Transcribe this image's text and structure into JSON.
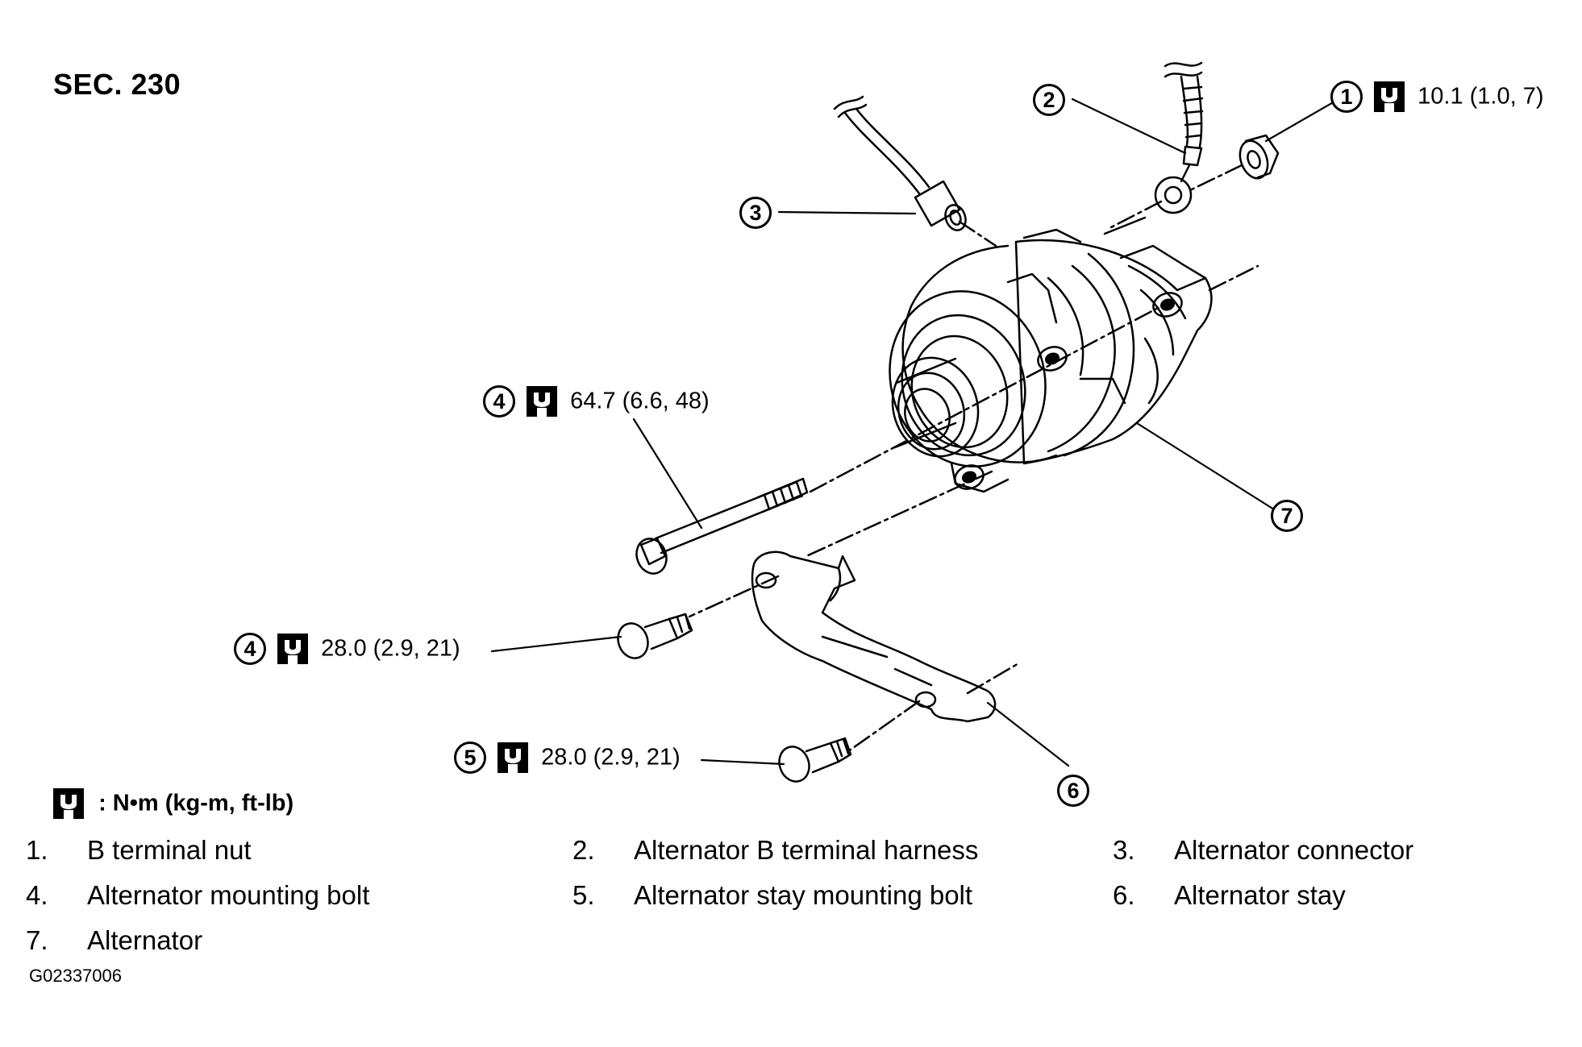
{
  "section": "SEC. 230",
  "callouts": [
    {
      "id": "c1",
      "num": "1",
      "torque": "10.1 (1.0, 7)"
    },
    {
      "id": "c2",
      "num": "2",
      "torque": ""
    },
    {
      "id": "c3",
      "num": "3",
      "torque": ""
    },
    {
      "id": "c4a",
      "num": "4",
      "torque": "64.7 (6.6, 48)"
    },
    {
      "id": "c4b",
      "num": "4",
      "torque": "28.0 (2.9, 21)"
    },
    {
      "id": "c5",
      "num": "5",
      "torque": "28.0 (2.9, 21)"
    },
    {
      "id": "c6",
      "num": "6",
      "torque": ""
    },
    {
      "id": "c7",
      "num": "7",
      "torque": ""
    }
  ],
  "legend": {
    "units": ": N•m  (kg-m,  ft-lb)"
  },
  "parts": [
    {
      "num": "1.",
      "name": "B terminal nut"
    },
    {
      "num": "2.",
      "name": "Alternator B terminal harness"
    },
    {
      "num": "3.",
      "name": "Alternator connector"
    },
    {
      "num": "4.",
      "name": "Alternator mounting bolt"
    },
    {
      "num": "5.",
      "name": "Alternator stay mounting bolt"
    },
    {
      "num": "6.",
      "name": "Alternator stay"
    },
    {
      "num": "7.",
      "name": "Alternator"
    }
  ],
  "figure_code": "G02337006",
  "icons": {
    "torque": "torque-wrench-icon"
  }
}
